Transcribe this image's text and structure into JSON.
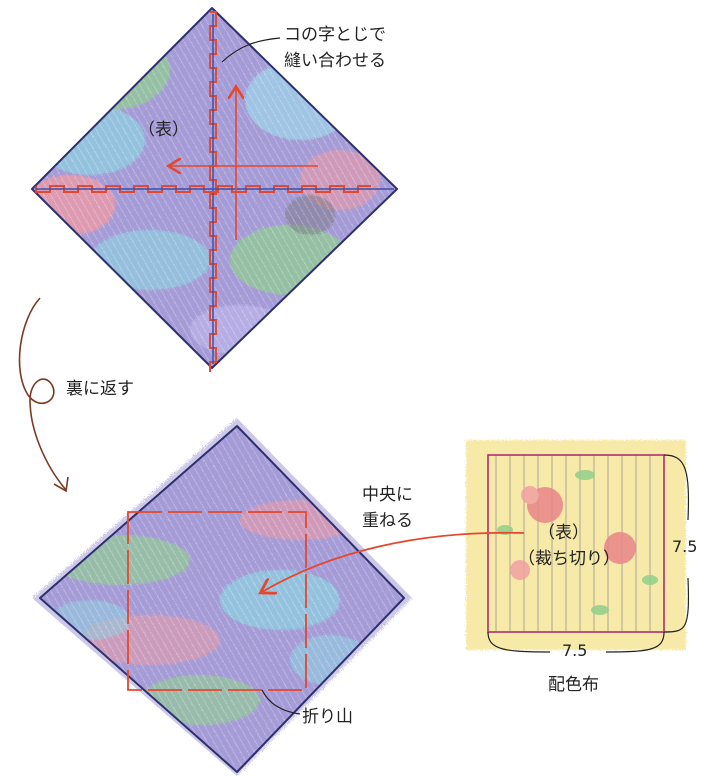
{
  "labels": {
    "stitch_line1": "コの字とじで",
    "stitch_line2": "縫い合わせる",
    "front_top": "（表）",
    "flip": "裏に返す",
    "center_line1": "中央に",
    "center_line2": "重ねる",
    "patch_front": "（表）",
    "patch_cut": "（裁ち切り）",
    "dim_right": "7.5",
    "dim_bottom": "7.5",
    "accent_fabric": "配色布",
    "fold": "折り山"
  },
  "colors": {
    "outline": "#2d2f6e",
    "stitch_red": "#e04a32",
    "stitch_blue": "#3e4ea8",
    "arrow_red": "#e5472c",
    "curve_brown": "#7a3b22",
    "patch_yellow": "#f7e9a8",
    "patch_border": "#b0306f",
    "fabric_purple": "#9c93cf",
    "fabric_blue": "#8fcfe0",
    "fabric_green": "#8fd08f",
    "fabric_pink": "#eb9aa6",
    "rose": "#e9868a"
  }
}
